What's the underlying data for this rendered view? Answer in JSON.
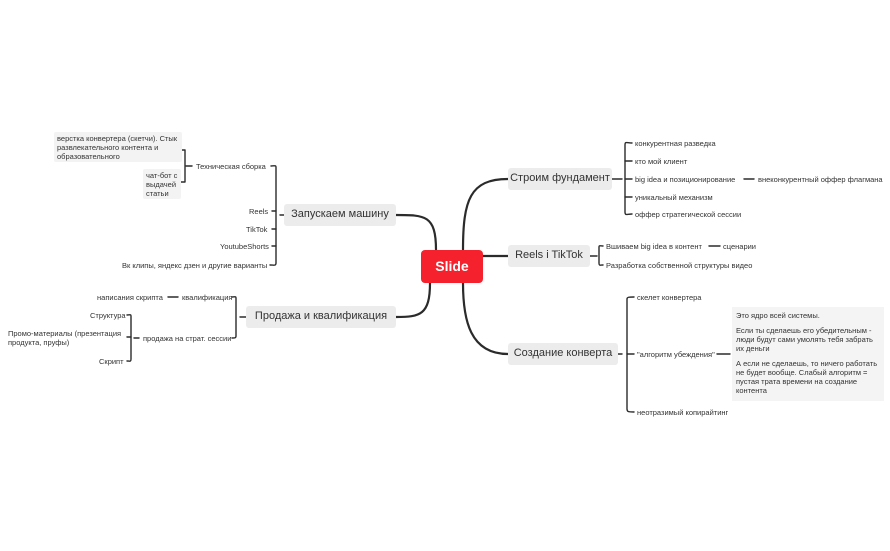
{
  "center": {
    "label": "Slide",
    "color": "#f5222d"
  },
  "branches": {
    "foundation": {
      "label": "Строим фундамент",
      "items": [
        "конкурентная разведка",
        "кто мой клиент",
        "big idea и позиционирование",
        "уникальный механизм",
        "оффер стратегической сессии"
      ],
      "sub": "внеконкурентный оффер флагмана"
    },
    "reels": {
      "label": "Reels i TikTok",
      "items": [
        "Вшиваем big idea  в контент",
        "Разработка собственной структуры видео"
      ],
      "sub": "сценарии"
    },
    "converter": {
      "label": "Создание конверта",
      "items": [
        "скелет конвертера",
        "\"алгоритм убеждения\"",
        "неотразимый копирайтинг"
      ],
      "note": [
        "Это ядро всей системы.",
        "Если ты сделаешь его убедительным - люди будут сами умолять тебя забрать их деньги",
        "А если не сделаешь, то ничего работать не будет вообще. Слабый алгоритм = пустая трата времени на создание контента"
      ]
    },
    "machine": {
      "label": "Запускаем машину",
      "items": [
        "Техническая сборка",
        "Reels",
        "TikTok",
        "YoutubeShorts",
        "Вк клипы, яндекс дзен и другие варианты"
      ],
      "tech_sub": [
        "верстка конвертера (скетчи). Стык развлекательного контента и образовательного",
        "чат-бот с выдачей статьи"
      ]
    },
    "sales": {
      "label": "Продажа и квалификация",
      "items": [
        "квалификация",
        "продажа на страт. сессии"
      ],
      "qual_sub": "написания скрипта",
      "session_sub": [
        "Структура",
        "Промо-материалы (презентация продукта, пруфы)",
        "Скрипт"
      ]
    }
  }
}
